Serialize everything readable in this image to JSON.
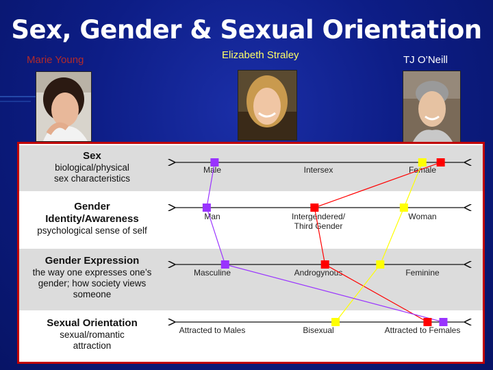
{
  "slide": {
    "title": "Sex, Gender & Sexual Orientation"
  },
  "people": [
    {
      "name": "Marie Young",
      "color": "#9a2a2a"
    },
    {
      "name": "Elizabeth Straley",
      "color": "#ffff66"
    },
    {
      "name": "TJ O’Neill",
      "color": "#ffffff"
    }
  ],
  "rows": [
    {
      "heading": "Sex",
      "sub": [
        "biological/physical",
        "sex characteristics"
      ],
      "labels": [
        "Male",
        "Intersex",
        "Female"
      ]
    },
    {
      "heading": "Gender Identity/Awareness",
      "heading_lines": [
        "Gender",
        "Identity/Awareness"
      ],
      "sub": [
        "psychological sense of self"
      ],
      "labels": [
        "Man",
        "Intergendered/\nThird Gender",
        "Woman"
      ],
      "label_lines": [
        [
          "Man"
        ],
        [
          "Intergendered/",
          "Third Gender"
        ],
        [
          "Woman"
        ]
      ]
    },
    {
      "heading": "Gender Expression",
      "sub": [
        "the way one expresses one’s",
        "gender; how society views",
        "someone"
      ],
      "labels": [
        "Masculine",
        "Androgynous",
        "Feminine"
      ]
    },
    {
      "heading": "Sexual Orientation",
      "sub": [
        "sexual/romantic",
        "attraction"
      ],
      "labels": [
        "Attracted to Males",
        "Bisexual",
        "Attracted to Females"
      ]
    }
  ],
  "series": [
    {
      "person": "Marie Young",
      "color": "#ff0000",
      "positions": [
        0.96,
        0.48,
        0.52,
        0.91
      ]
    },
    {
      "person": "Elizabeth Straley",
      "color": "#ffff00",
      "positions": [
        0.89,
        0.82,
        0.73,
        0.56
      ]
    },
    {
      "person": "TJ O’Neill",
      "color": "#9933ff",
      "positions": [
        0.1,
        0.07,
        0.14,
        0.97
      ]
    }
  ],
  "colors": {
    "background": "#0d1d86",
    "panel_border": "#c00000",
    "row_shade": "#dcdcdc"
  }
}
